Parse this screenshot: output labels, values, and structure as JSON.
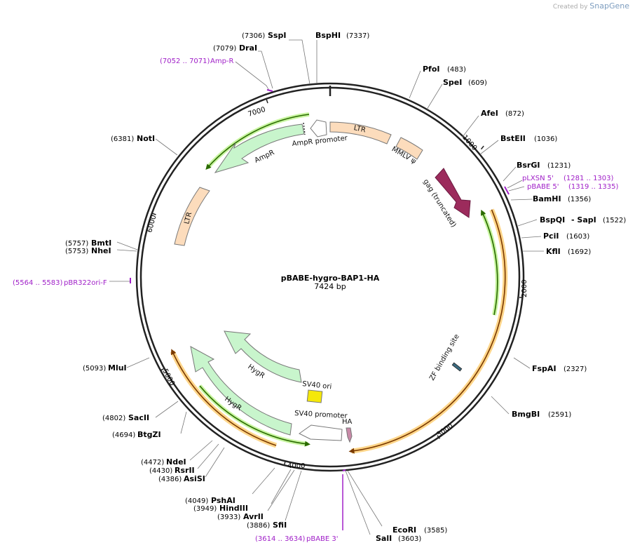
{
  "credit": {
    "prefix": "Created by",
    "brand": "SnapGene"
  },
  "plasmid": {
    "name": "pBABE-hygro-BAP1-HA",
    "size_label": "7424 bp",
    "length": 7424
  },
  "ticks": [
    {
      "pos": 1000,
      "label": "1000"
    },
    {
      "pos": 2000,
      "label": "2000"
    },
    {
      "pos": 3000,
      "label": "3000"
    },
    {
      "pos": 4000,
      "label": "4000"
    },
    {
      "pos": 5000,
      "label": "5000"
    },
    {
      "pos": 6000,
      "label": "6000"
    },
    {
      "pos": 7000,
      "label": "7000"
    }
  ],
  "enzymes": [
    {
      "name": "SspI",
      "pos": 7306,
      "pos_label": "(7306)"
    },
    {
      "name": "BspHI",
      "pos": 7337,
      "pos_label": "(7337)"
    },
    {
      "name": "DraI",
      "pos": 7079,
      "pos_label": "(7079)"
    },
    {
      "name": "PfoI",
      "pos": 483,
      "pos_label": "(483)"
    },
    {
      "name": "SpeI",
      "pos": 609,
      "pos_label": "(609)"
    },
    {
      "name": "AfeI",
      "pos": 872,
      "pos_label": "(872)"
    },
    {
      "name": "BstEII",
      "pos": 1036,
      "pos_label": "(1036)"
    },
    {
      "name": "BsrGI",
      "pos": 1231,
      "pos_label": "(1231)"
    },
    {
      "name": "BamHI",
      "pos": 1356,
      "pos_label": "(1356)"
    },
    {
      "name": "BspQI",
      "pos": 1522,
      "pos_label": "(1522)",
      "extra": "- SapI"
    },
    {
      "name": "PciI",
      "pos": 1603,
      "pos_label": "(1603)"
    },
    {
      "name": "KflI",
      "pos": 1692,
      "pos_label": "(1692)"
    },
    {
      "name": "FspAI",
      "pos": 2327,
      "pos_label": "(2327)"
    },
    {
      "name": "BmgBI",
      "pos": 2591,
      "pos_label": "(2591)"
    },
    {
      "name": "EcoRI",
      "pos": 3585,
      "pos_label": "(3585)"
    },
    {
      "name": "SalI",
      "pos": 3603,
      "pos_label": "(3603)"
    },
    {
      "name": "SfiI",
      "pos": 3886,
      "pos_label": "(3886)"
    },
    {
      "name": "AvrII",
      "pos": 3933,
      "pos_label": "(3933)"
    },
    {
      "name": "HindIII",
      "pos": 3949,
      "pos_label": "(3949)"
    },
    {
      "name": "PshAI",
      "pos": 4049,
      "pos_label": "(4049)"
    },
    {
      "name": "AsiSI",
      "pos": 4386,
      "pos_label": "(4386)"
    },
    {
      "name": "RsrII",
      "pos": 4430,
      "pos_label": "(4430)"
    },
    {
      "name": "NdeI",
      "pos": 4472,
      "pos_label": "(4472)"
    },
    {
      "name": "BtgZI",
      "pos": 4694,
      "pos_label": "(4694)"
    },
    {
      "name": "SacII",
      "pos": 4802,
      "pos_label": "(4802)"
    },
    {
      "name": "MluI",
      "pos": 5093,
      "pos_label": "(5093)"
    },
    {
      "name": "NheI",
      "pos": 5753,
      "pos_label": "(5753)"
    },
    {
      "name": "BmtI",
      "pos": 5757,
      "pos_label": "(5757)"
    },
    {
      "name": "NotI",
      "pos": 6381,
      "pos_label": "(6381)"
    }
  ],
  "primers": [
    {
      "name": "Amp-R",
      "range": "(7052 .. 7071)",
      "pos": 7061
    },
    {
      "name": "pLXSN 5'",
      "range": "(1281 .. 1303)",
      "pos": 1292
    },
    {
      "name": "pBABE 5'",
      "range": "(1319 .. 1335)",
      "pos": 1327
    },
    {
      "name": "pBR322ori-F",
      "range": "(5564 .. 5583)",
      "pos": 5573
    },
    {
      "name": "pBABE 3'",
      "range": "(3614 .. 3634)",
      "pos": 3624
    }
  ],
  "features": [
    {
      "name": "LTR",
      "color": "#fcdcbc"
    },
    {
      "name": "MMLV ψ",
      "color": "#fcdcbc"
    },
    {
      "name": "gag (truncated)",
      "color": "#9c2b5c"
    },
    {
      "name": "ZF binding site",
      "color": "#3a6a80"
    },
    {
      "name": "HA",
      "color": "#c98aa8"
    },
    {
      "name": "SV40 promoter",
      "color": "#ffffff"
    },
    {
      "name": "SV40 ori",
      "color": "#f5e80a"
    },
    {
      "name": "HygR",
      "color": "#c8f5cc"
    },
    {
      "name": "HygR",
      "color": "#c8f5cc"
    },
    {
      "name": "LTR",
      "color": "#fcdcbc"
    },
    {
      "name": "AmpR",
      "color": "#c8f5cc"
    },
    {
      "name": "AmpR promoter",
      "color": "#ffffff"
    }
  ],
  "colors": {
    "backbone": "#222222",
    "orf_line": "#4a8a0a",
    "orf_glow": "#ffd68a"
  }
}
